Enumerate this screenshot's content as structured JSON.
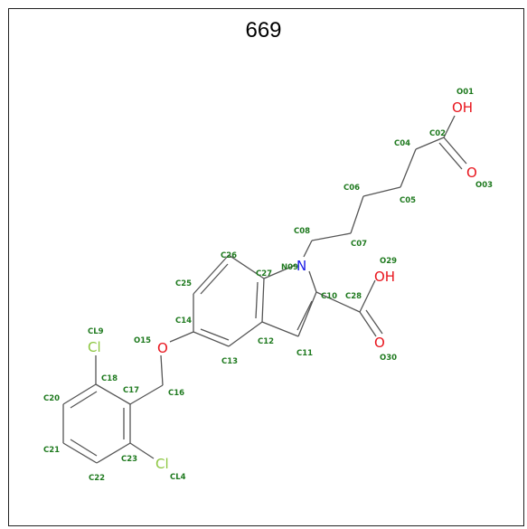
{
  "molecule": {
    "id_label": "669",
    "colors": {
      "bond": "#555555",
      "atom_label": "#1f7a1f",
      "oxygen": "#e8141c",
      "nitrogen": "#1a1ae6",
      "chlorine": "#8cc63f"
    },
    "symbols": {
      "oh_top": "OH",
      "o_carboxyl_top": "O",
      "n_ring": "N",
      "oh_ring": "OH",
      "o_ring_carbonyl": "O",
      "o_ether": "O",
      "cl_upper": "Cl",
      "cl_lower": "Cl"
    },
    "atom_labels": {
      "O01": "O01",
      "C02": "C02",
      "O03": "O03",
      "C04": "C04",
      "C05": "C05",
      "C06": "C06",
      "C07": "C07",
      "C08": "C08",
      "N09": "N09",
      "C10": "C10",
      "C11": "C11",
      "C12": "C12",
      "C13": "C13",
      "C14": "C14",
      "O15": "O15",
      "C16": "C16",
      "C17": "C17",
      "C18": "C18",
      "CL9": "CL9",
      "C20": "C20",
      "C21": "C21",
      "C22": "C22",
      "C23": "C23",
      "CL4": "CL4",
      "C25": "C25",
      "C26": "C26",
      "C27": "C27",
      "C28": "C28",
      "O29": "O29",
      "O30": "O30"
    }
  }
}
